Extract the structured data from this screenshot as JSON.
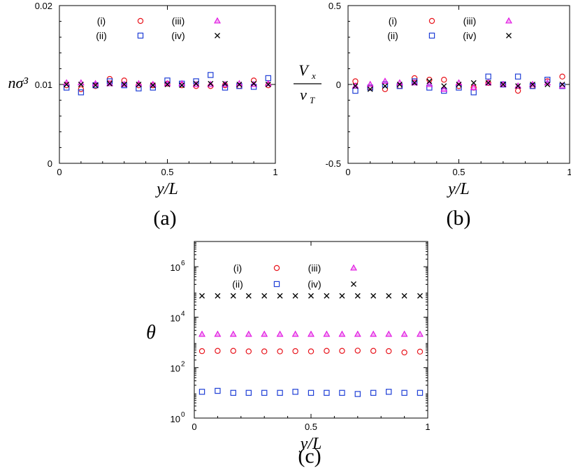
{
  "chart_data": [
    {
      "id": "a",
      "type": "scatter",
      "panel_label": "(a)",
      "xlabel": "y/L",
      "ylabel": "nσ³",
      "xlim": [
        0,
        1
      ],
      "ylim": [
        0,
        0.02
      ],
      "xticks": [
        "0",
        "0.5",
        "1"
      ],
      "yticks": [
        "0",
        "0.01",
        "0.02"
      ],
      "grid": false,
      "legend": "top",
      "x": [
        0.033,
        0.1,
        0.167,
        0.233,
        0.3,
        0.367,
        0.433,
        0.5,
        0.567,
        0.633,
        0.7,
        0.767,
        0.833,
        0.9,
        0.967
      ],
      "series": [
        {
          "name": "(i)",
          "marker": "circle",
          "color": "#e8141c",
          "values": [
            0.0099,
            0.0094,
            0.0098,
            0.0107,
            0.0105,
            0.0099,
            0.0099,
            0.0101,
            0.0099,
            0.0098,
            0.0098,
            0.0099,
            0.0098,
            0.0105,
            0.0099
          ]
        },
        {
          "name": "(ii)",
          "marker": "square",
          "color": "#1f3fd6",
          "values": [
            0.0096,
            0.009,
            0.0099,
            0.0104,
            0.0099,
            0.0095,
            0.0096,
            0.0105,
            0.0101,
            0.0104,
            0.0112,
            0.0096,
            0.0098,
            0.0097,
            0.0108
          ]
        },
        {
          "name": "(iii)",
          "marker": "triangle",
          "color": "#e010e0",
          "values": [
            0.0102,
            0.0102,
            0.0101,
            0.0101,
            0.01,
            0.0101,
            0.01,
            0.0101,
            0.0101,
            0.01,
            0.01,
            0.01,
            0.0101,
            0.01,
            0.0101
          ]
        },
        {
          "name": "(iv)",
          "marker": "cross",
          "color": "#000000",
          "values": [
            0.01,
            0.01,
            0.0099,
            0.0101,
            0.01,
            0.01,
            0.0099,
            0.01,
            0.0099,
            0.0101,
            0.0101,
            0.0101,
            0.01,
            0.0101,
            0.01
          ]
        }
      ]
    },
    {
      "id": "b",
      "type": "scatter",
      "panel_label": "(b)",
      "xlabel": "y/L",
      "ylabel_num": "V",
      "ylabel_num_sub": "x",
      "ylabel_den": "v",
      "ylabel_den_sub": "T",
      "xlim": [
        0,
        1
      ],
      "ylim": [
        -0.5,
        0.5
      ],
      "xticks": [
        "0",
        "0.5",
        "1"
      ],
      "yticks": [
        "-0.5",
        "0",
        "0.5"
      ],
      "grid": false,
      "legend": "top",
      "x": [
        0.033,
        0.1,
        0.167,
        0.233,
        0.3,
        0.367,
        0.433,
        0.5,
        0.567,
        0.633,
        0.7,
        0.767,
        0.833,
        0.9,
        0.967
      ],
      "series": [
        {
          "name": "(i)",
          "marker": "circle",
          "color": "#e8141c",
          "values": [
            0.02,
            -0.02,
            -0.03,
            -0.01,
            0.04,
            0.03,
            0.03,
            -0.01,
            -0.02,
            0.01,
            0.0,
            -0.04,
            -0.01,
            0.02,
            0.05
          ]
        },
        {
          "name": "(ii)",
          "marker": "square",
          "color": "#1f3fd6",
          "values": [
            -0.04,
            -0.02,
            0.0,
            -0.01,
            0.02,
            -0.02,
            -0.04,
            -0.02,
            -0.05,
            0.05,
            0.0,
            0.05,
            -0.01,
            0.03,
            -0.01
          ]
        },
        {
          "name": "(iii)",
          "marker": "triangle",
          "color": "#e010e0",
          "values": [
            -0.01,
            0.0,
            0.02,
            0.01,
            0.01,
            0.0,
            -0.03,
            0.01,
            -0.02,
            0.01,
            0.0,
            -0.01,
            0.0,
            0.01,
            -0.01
          ]
        },
        {
          "name": "(iv)",
          "marker": "cross",
          "color": "#000000",
          "values": [
            -0.01,
            -0.03,
            -0.01,
            0.0,
            0.01,
            0.02,
            -0.01,
            0.0,
            0.01,
            0.01,
            0.0,
            -0.01,
            0.0,
            0.0,
            0.0
          ]
        }
      ]
    },
    {
      "id": "c",
      "type": "scatter",
      "panel_label": "(c)",
      "xlabel": "y/L",
      "ylabel": "θ",
      "xlim": [
        0,
        1
      ],
      "ylim": [
        1,
        10000000.0
      ],
      "yscale": "log",
      "xticks": [
        "0",
        "0.5",
        "1"
      ],
      "ytick_values": [
        1,
        100,
        10000,
        1000000
      ],
      "ytick_mantissa": [
        "10",
        "10",
        "10",
        "10"
      ],
      "ytick_exponent": [
        "0",
        "2",
        "4",
        "6"
      ],
      "grid": false,
      "legend": "top",
      "x": [
        0.033,
        0.1,
        0.167,
        0.233,
        0.3,
        0.367,
        0.433,
        0.5,
        0.567,
        0.633,
        0.7,
        0.767,
        0.833,
        0.9,
        0.967
      ],
      "series": [
        {
          "name": "(i)",
          "marker": "circle",
          "color": "#e8141c",
          "values": [
            450,
            460,
            460,
            440,
            440,
            440,
            450,
            440,
            460,
            460,
            470,
            460,
            450,
            400,
            430
          ]
        },
        {
          "name": "(ii)",
          "marker": "square",
          "color": "#1f3fd6",
          "values": [
            11,
            12,
            10,
            10,
            10,
            10,
            11,
            10,
            10,
            10,
            9,
            10,
            11,
            10,
            10
          ]
        },
        {
          "name": "(iii)",
          "marker": "triangle",
          "color": "#e010e0",
          "values": [
            2100,
            2100,
            2100,
            2100,
            2100,
            2100,
            2100,
            2100,
            2100,
            2100,
            2100,
            2100,
            2100,
            2100,
            2100
          ]
        },
        {
          "name": "(iv)",
          "marker": "cross",
          "color": "#000000",
          "values": [
            70000,
            70000,
            70000,
            70000,
            70000,
            70000,
            70000,
            70000,
            70000,
            70000,
            70000,
            70000,
            70000,
            70000,
            70000
          ]
        }
      ]
    }
  ]
}
